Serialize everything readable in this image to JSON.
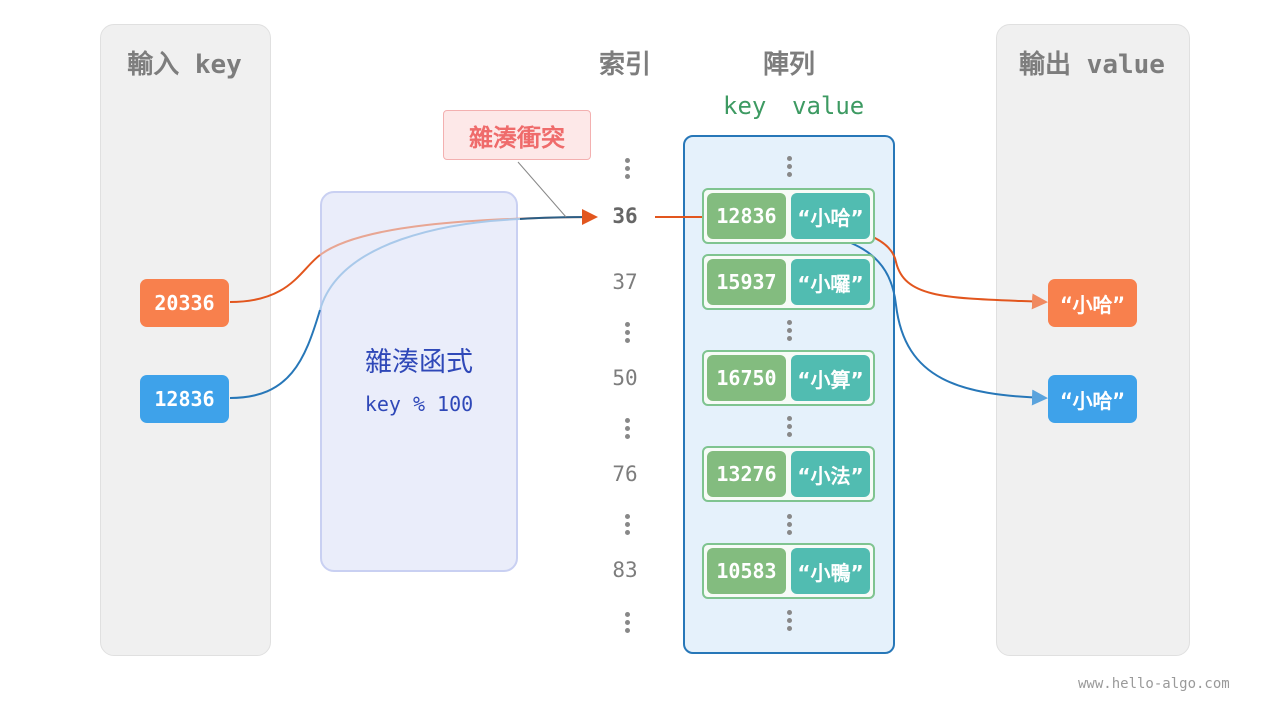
{
  "columns": {
    "input_title": "輸入 key",
    "index_title": "索引",
    "array_title": "陣列",
    "output_title": "輸出 value"
  },
  "array_header": {
    "key": "key",
    "value": "value"
  },
  "collision_label": "雜湊衝突",
  "hash_function": {
    "title": "雜湊函式",
    "expr": "key % 100"
  },
  "inputs": [
    {
      "key": "20336",
      "color": "#f8804d"
    },
    {
      "key": "12836",
      "color": "#3ea2ea"
    }
  ],
  "indices": [
    "36",
    "37",
    "50",
    "76",
    "83"
  ],
  "entries": [
    {
      "key": "12836",
      "value": "“小哈”"
    },
    {
      "key": "15937",
      "value": "“小囉”"
    },
    {
      "key": "16750",
      "value": "“小算”"
    },
    {
      "key": "13276",
      "value": "“小法”"
    },
    {
      "key": "10583",
      "value": "“小鴨”"
    }
  ],
  "outputs": [
    {
      "value": "“小哈”",
      "color": "#f8804d"
    },
    {
      "value": "“小哈”",
      "color": "#3ea2ea"
    }
  ],
  "watermark": "www.hello-algo.com"
}
